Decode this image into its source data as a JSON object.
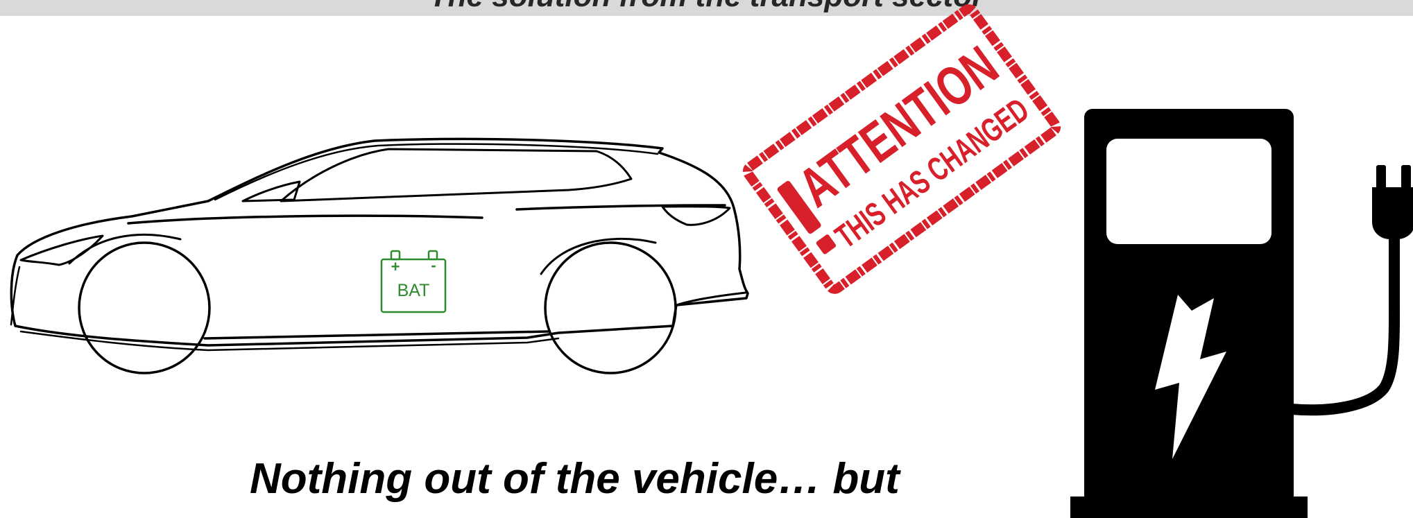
{
  "header": {
    "title": "The solution from the transport sector"
  },
  "battery": {
    "label": "BAT",
    "plus": "+",
    "minus": "-",
    "color": "#2e8b2e"
  },
  "stamp": {
    "exclamation": "!",
    "line1": "ATTENTION",
    "line2": "THIS HAS CHANGED",
    "color": "#d8202b"
  },
  "caption": {
    "text": "Nothing out of the vehicle… but"
  },
  "icons": {
    "car": "car-outline-icon",
    "battery": "battery-icon",
    "stamp": "attention-stamp",
    "charger": "ev-charging-station-icon",
    "bolt": "lightning-bolt-icon",
    "plug": "plug-icon"
  }
}
